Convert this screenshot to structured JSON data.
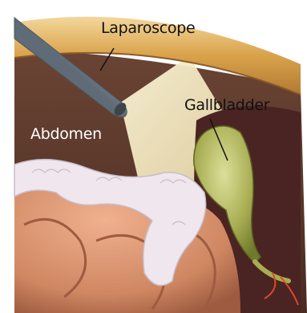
{
  "labels": {
    "laparoscope": "Laparoscope",
    "gallbladder": "Gallbladder",
    "abdomen": "Abdomen"
  },
  "colors": {
    "background": "#ffffff",
    "cavity_dark": "#5c3a2c",
    "abdominal_wall": "#d9a24a",
    "light_beam": "#efe2b8",
    "intestine": "#cf8762",
    "omentum": "#efe6ee",
    "gallbladder": "#a8ad52",
    "liver": "#4a2422",
    "laparoscope": "#8e9aa6"
  }
}
